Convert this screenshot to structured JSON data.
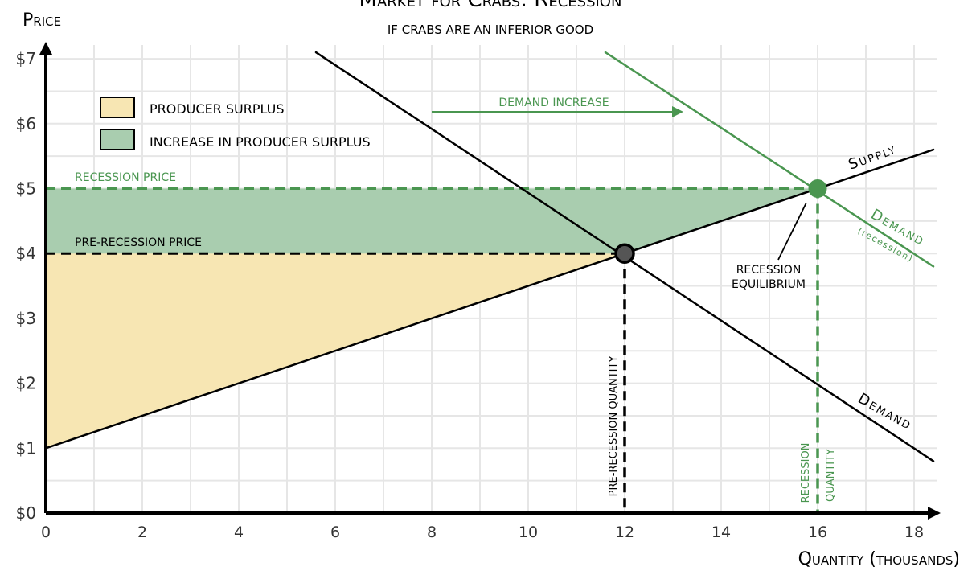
{
  "chart_data": {
    "type": "line",
    "title": "Market for Crabs: Recession",
    "subtitle": "IF CRABS ARE AN INFERIOR GOOD",
    "xlabel": "Quantity (thousands)",
    "ylabel": "Price",
    "xlim": [
      0,
      18.5
    ],
    "ylim": [
      0,
      7.1
    ],
    "x_ticks": [
      0,
      2,
      4,
      6,
      8,
      10,
      12,
      14,
      16,
      18
    ],
    "y_ticks": [
      0,
      1,
      2,
      3,
      4,
      5,
      6,
      7
    ],
    "y_tick_labels": [
      "$0",
      "$1",
      "$2",
      "$3",
      "$4",
      "$5",
      "$6",
      "$7"
    ],
    "x_tick_labels": [
      "0",
      "2",
      "4",
      "6",
      "8",
      "10",
      "12",
      "14",
      "16",
      "18"
    ],
    "grid": true,
    "series": [
      {
        "name": "Supply",
        "color": "#000000",
        "x": [
          0,
          18.4
        ],
        "y": [
          1,
          5.6
        ]
      },
      {
        "name": "Demand",
        "color": "#000000",
        "x": [
          5.6,
          18.4
        ],
        "y": [
          7.1,
          0.8
        ]
      },
      {
        "name": "Demand",
        "sublabel": "(recession)",
        "color": "#4a9650",
        "x": [
          11.6,
          18.4
        ],
        "y": [
          7.1,
          3.8
        ]
      }
    ],
    "areas": [
      {
        "name": "Producer surplus",
        "color": "#f7e6b3",
        "points": [
          [
            0,
            1
          ],
          [
            12,
            4
          ],
          [
            0,
            4
          ]
        ]
      },
      {
        "name": "Increase in producer surplus",
        "color": "#a9cdaf",
        "points": [
          [
            0,
            4
          ],
          [
            12,
            4
          ],
          [
            16,
            5
          ],
          [
            0,
            5
          ]
        ]
      }
    ],
    "equilibria": [
      {
        "x": 12,
        "y": 4,
        "color": "#555555"
      },
      {
        "x": 16,
        "y": 5,
        "color": "#4a9650"
      }
    ],
    "price_lines": [
      {
        "label": "RECESSION PRICE",
        "y": 5,
        "color": "#4a9650"
      },
      {
        "label": "PRE-RECESSION PRICE",
        "y": 4,
        "color": "#000000"
      }
    ],
    "quantity_lines": [
      {
        "label": "PRE-RECESSION QUANTITY",
        "x": 12,
        "color": "#000000"
      },
      {
        "label_lines": [
          "RECESSION",
          "QUANTITY"
        ],
        "x": 16,
        "color": "#4a9650"
      }
    ],
    "annotations": {
      "demand_increase": "DEMAND INCREASE",
      "recession_equilibrium": [
        "RECESSION",
        "EQUILIBRIUM"
      ]
    },
    "legend": {
      "position": "top-left",
      "entries": [
        {
          "label": "PRODUCER SURPLUS",
          "color": "#f7e6b3"
        },
        {
          "label": "INCREASE IN PRODUCER SURPLUS",
          "color": "#a9cdaf"
        }
      ]
    },
    "colors": {
      "green": "#4a9650",
      "yellow": "#f7e6b3",
      "light_green": "#a9cdaf",
      "grid": "#e6e6e6"
    }
  }
}
